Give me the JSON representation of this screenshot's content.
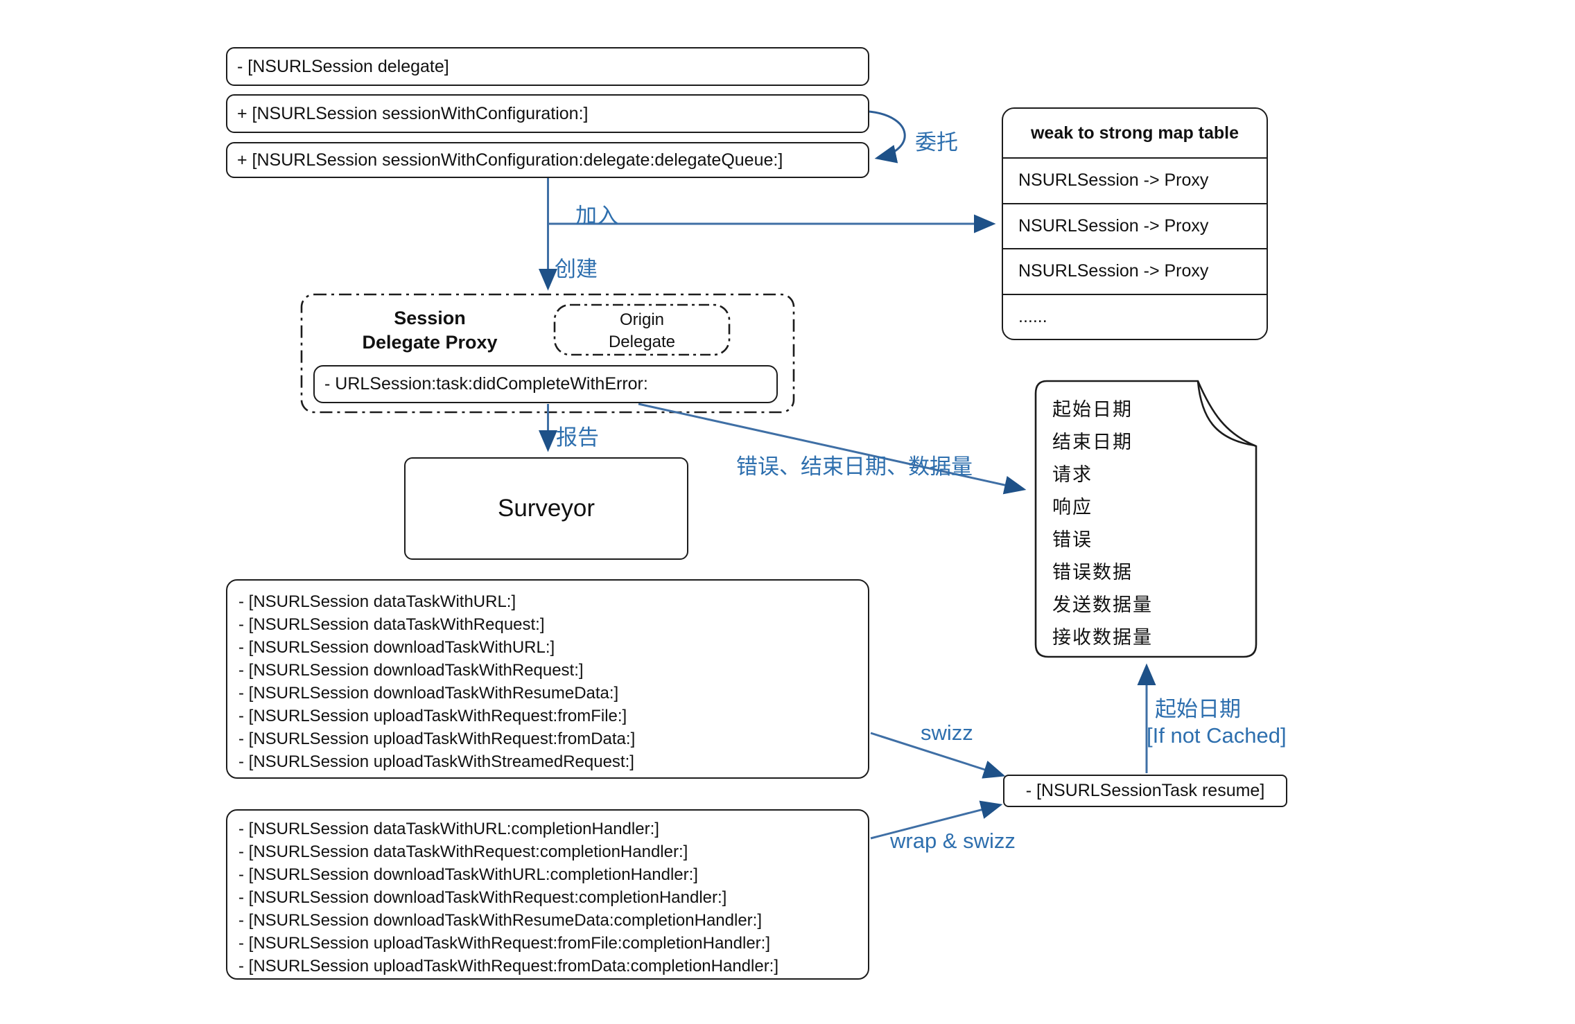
{
  "labels": {
    "delegate_cn": "委托",
    "join_cn": "加入",
    "create_cn": "创建",
    "report_cn": "报告",
    "error_end_data_cn": "错误、结束日期、数据量",
    "swizz": "swizz",
    "wrap_swizz": "wrap & swizz",
    "start_date_cn": "起始日期",
    "if_not_cached": "[If not Cached]"
  },
  "boxes": {
    "delegate_method": "- [NSURLSession delegate]",
    "session_with_configuration": "+ [NSURLSession sessionWithConfiguration:]",
    "session_with_configuration_delegate_queue": "+ [NSURLSession sessionWithConfiguration:delegate:delegateQueue:]",
    "did_complete_with_error": "- URLSession:task:didCompleteWithError:",
    "surveyor": "Surveyor",
    "resume": "- [NSURLSessionTask resume]"
  },
  "proxy_group": {
    "title_line1": "Session",
    "title_line2": "Delegate Proxy",
    "origin_line1": "Origin",
    "origin_line2": "Delegate"
  },
  "map_table": {
    "title": "weak to strong map table",
    "rows": [
      "NSURLSession -> Proxy",
      "NSURLSession -> Proxy",
      "NSURLSession -> Proxy",
      "......"
    ]
  },
  "document": {
    "lines": [
      "起始日期",
      "结束日期",
      "请求",
      "响应",
      "错误",
      "错误数据",
      "发送数据量",
      "接收数据量"
    ]
  },
  "task_methods": [
    "- [NSURLSession dataTaskWithURL:]",
    "- [NSURLSession dataTaskWithRequest:]",
    "- [NSURLSession downloadTaskWithURL:]",
    "- [NSURLSession downloadTaskWithRequest:]",
    "- [NSURLSession downloadTaskWithResumeData:]",
    "- [NSURLSession uploadTaskWithRequest:fromFile:]",
    "- [NSURLSession uploadTaskWithRequest:fromData:]",
    "- [NSURLSession uploadTaskWithStreamedRequest:]"
  ],
  "completion_methods": [
    "- [NSURLSession dataTaskWithURL:completionHandler:]",
    "- [NSURLSession dataTaskWithRequest:completionHandler:]",
    "- [NSURLSession downloadTaskWithURL:completionHandler:]",
    "- [NSURLSession downloadTaskWithRequest:completionHandler:]",
    "- [NSURLSession downloadTaskWithResumeData:completionHandler:]",
    "- [NSURLSession uploadTaskWithRequest:fromFile:completionHandler:]",
    "- [NSURLSession uploadTaskWithRequest:fromData:completionHandler:]"
  ],
  "colors": {
    "arrow_line": "#3f6fa5",
    "arrow_head": "#1e5188",
    "label_blue": "#2e6fae",
    "box_border": "#1c1c1c"
  }
}
